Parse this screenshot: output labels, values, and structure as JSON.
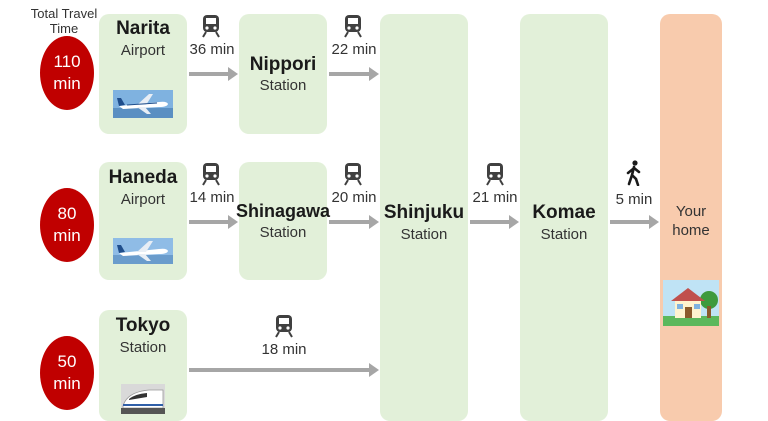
{
  "header": {
    "line1": "Total Travel",
    "line2": "Time"
  },
  "ovals": [
    {
      "value": "110",
      "unit": "min"
    },
    {
      "value": "80",
      "unit": "min"
    },
    {
      "value": "50",
      "unit": "min"
    }
  ],
  "origins": [
    {
      "name": "Narita",
      "type": "Airport"
    },
    {
      "name": "Haneda",
      "type": "Airport"
    },
    {
      "name": "Tokyo",
      "type": "Station"
    }
  ],
  "transfers": [
    {
      "name": "Nippori",
      "type": "Station"
    },
    {
      "name": "Shinagawa",
      "type": "Station"
    }
  ],
  "hub": {
    "name": "Shinjuku",
    "type": "Station"
  },
  "komae": {
    "name": "Komae",
    "type": "Station"
  },
  "home": {
    "line1": "Your",
    "line2": "home"
  },
  "legs": {
    "narita_nippori": "36 min",
    "nippori_shinjuku": "22 min",
    "haneda_shinagawa": "14 min",
    "shinagawa_shinjuku": "20 min",
    "tokyo_shinjuku": "18 min",
    "shinjuku_komae": "21 min",
    "komae_home": "5 min"
  },
  "icons": {
    "train": "train-icon",
    "walk": "walking-person-icon",
    "plane": "airplane-icon",
    "bullet_train": "bullet-train-icon",
    "house": "house-icon"
  },
  "colors": {
    "station_box": "#e2f0d9",
    "home_column": "#f8cbad",
    "time_oval": "#c00000",
    "arrow": "#a6a6a6"
  }
}
